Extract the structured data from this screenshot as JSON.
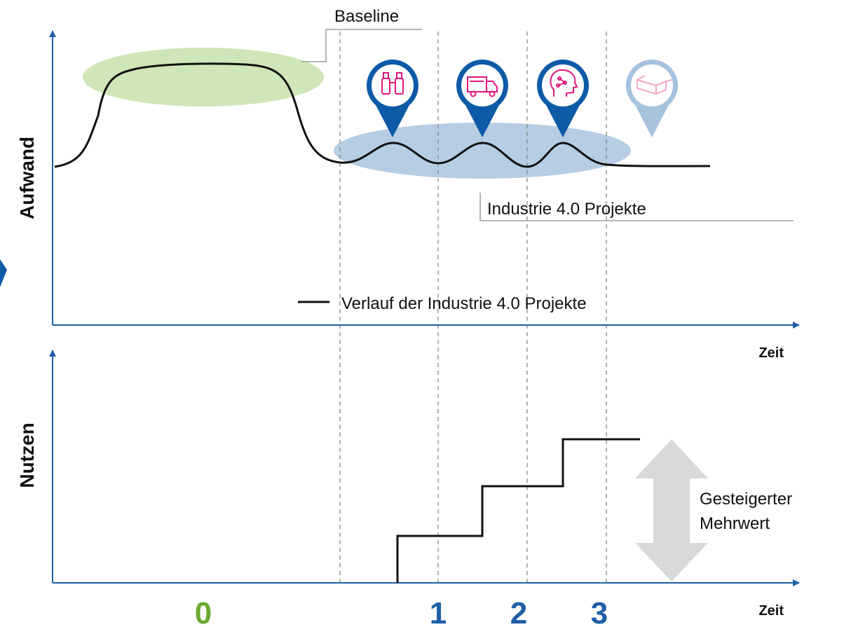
{
  "top_panel": {
    "y_axis_label": "Aufwand",
    "x_axis_label": "Zeit",
    "baseline_label": "Baseline",
    "projects_label": "Industrie 4.0 Projekte",
    "legend_label": "Verlauf der Industrie 4.0 Projekte",
    "markers": [
      {
        "icon": "binoculars-icon",
        "state": "active"
      },
      {
        "icon": "truck-icon",
        "state": "active"
      },
      {
        "icon": "ai-head-icon",
        "state": "active"
      },
      {
        "icon": "vr-glasses-icon",
        "state": "faded"
      }
    ]
  },
  "bottom_panel": {
    "y_axis_label": "Nutzen",
    "x_axis_label": "Zeit",
    "value_label_line1": "Gesteigerter",
    "value_label_line2": "Mehrwert"
  },
  "phases": [
    "0",
    "1",
    "2",
    "3"
  ],
  "colors": {
    "axis": "#1f5fa8",
    "baseline_ellipse": "#cfe6b8",
    "projects_ellipse": "#b6cde3",
    "marker": "#0d5aa7",
    "marker_faded": "#a7c3de",
    "icon_pink": "#e0157a",
    "phase_0": "#6aab2f",
    "phase_n": "#1f5fa8",
    "arrow_grey": "#d9d9d9",
    "curve": "#111111"
  }
}
